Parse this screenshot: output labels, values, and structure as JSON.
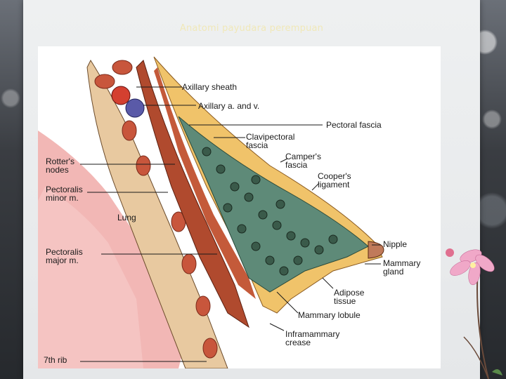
{
  "slide": {
    "title": "Anatomi payudara perempuan"
  },
  "labels": {
    "axillary_sheath": "Axillary sheath",
    "axillary_av": "Axillary a. and v.",
    "pectoral_fascia": "Pectoral fascia",
    "clavipectoral_1": "Clavipectoral",
    "clavipectoral_2": "fascia",
    "campers_1": "Camper's",
    "campers_2": "fascia",
    "coopers_1": "Cooper's",
    "coopers_2": "ligament",
    "rotters_1": "Rotter's",
    "rotters_2": "nodes",
    "pect_minor_1": "Pectoralis",
    "pect_minor_2": "minor m.",
    "lung": "Lung",
    "pect_major_1": "Pectoralis",
    "pect_major_2": "major m.",
    "nipple": "Nipple",
    "mammary_gland_1": "Mammary",
    "mammary_gland_2": "gland",
    "adipose_1": "Adipose",
    "adipose_2": "tissue",
    "mammary_lobule": "Mammary lobule",
    "inframammary_1": "Inframammary",
    "inframammary_2": "crease",
    "seventh_rib": "7th rib"
  },
  "colors": {
    "title": "#f0e8b8",
    "muscle": "#b04a2e",
    "lung": "#f2b7b5",
    "fat": "#f0c36a",
    "gland": "#5e8a78"
  }
}
